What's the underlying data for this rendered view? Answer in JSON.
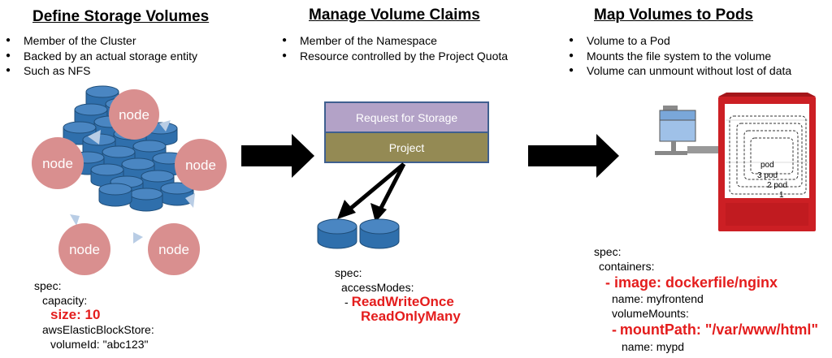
{
  "left": {
    "title": "Define Storage Volumes",
    "bullets": [
      "Member of the Cluster",
      "Backed by an actual storage entity",
      "Such as NFS"
    ],
    "node_label": "node",
    "spec": {
      "l1": "spec:",
      "l2": "capacity:",
      "l3": "size: 10",
      "l4": "awsElasticBlockStore:",
      "l5": "volumeId: \"abc123\""
    }
  },
  "middle": {
    "title": "Manage Volume Claims",
    "bullets": [
      "Member of the Namespace",
      "Resource controlled by the Project Quota"
    ],
    "request_label": "Request for Storage",
    "project_label": "Project",
    "spec": {
      "l1": "spec:",
      "l2": "accessModes:",
      "dash": "-",
      "l3": "ReadWriteOnce",
      "l4": "ReadOnlyMany"
    }
  },
  "right": {
    "title": "Map Volumes to Pods",
    "bullets": [
      "Volume to a Pod",
      "Mounts the file system to the volume",
      "Volume can unmount without lost of data"
    ],
    "pod_labels": [
      "pod",
      "3 pod",
      "2 pod",
      "1"
    ],
    "spec": {
      "l1": "spec:",
      "l2": "containers:",
      "l3": "- image: dockerfile/nginx",
      "l4": "name: myfrontend",
      "l5": "volumeMounts:",
      "dash": "-",
      "l6": "mountPath: \"/var/www/html\"",
      "l7": "name: mypd"
    }
  },
  "colors": {
    "node_fill": "#d98f8f",
    "disk_fill": "#2f6fac",
    "disk_top": "#4a86c2",
    "request_fill": "#b3a2c7",
    "project_fill": "#948a54",
    "server_red": "#cc1f24",
    "highlight_red": "#e41d1d"
  }
}
